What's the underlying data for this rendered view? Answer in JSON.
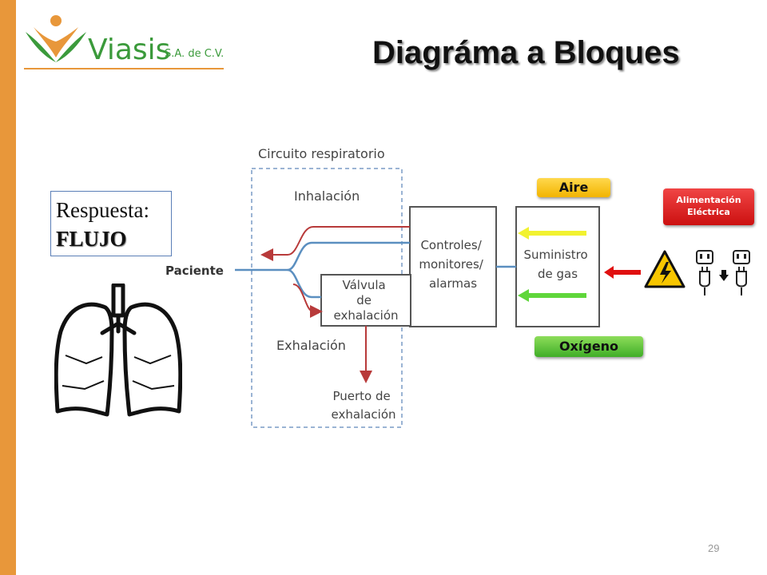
{
  "logo": {
    "name": "Viasis",
    "suffix": "S.A. de C.V."
  },
  "slide": {
    "title": "Diagráma a Bloques",
    "page_number": "29"
  },
  "response": {
    "label": "Respuesta:",
    "value": "FLUJO"
  },
  "diagram": {
    "circuit_label": "Circuito respiratorio",
    "inhalation": "Inhalación",
    "exhalation": "Exhalación",
    "patient": "Paciente",
    "controls": [
      "Controles/",
      "monitores/",
      "alarmas"
    ],
    "valve": [
      "Válvula",
      "de",
      "exhalación"
    ],
    "gas_supply": [
      "Suministro",
      "de gas"
    ],
    "exhalation_port": [
      "Puerto de",
      "exhalación"
    ]
  },
  "tags": {
    "air": "Aire",
    "oxygen": "Oxígeno",
    "power_line1": "Alimentación",
    "power_line2": "Eléctrica"
  },
  "colors": {
    "accent_bar": "#e8973a",
    "brand_green": "#3b9a3b",
    "flow_blue": "#5b8fc0",
    "flow_red": "#b83a3a",
    "air_arrow": "#f2f230",
    "oxygen_arrow": "#5fd63a",
    "power_arrow": "#e01010"
  },
  "icons": [
    "logo-person-icon",
    "lungs-icon",
    "high-voltage-warning-icon",
    "power-plug-icon"
  ]
}
